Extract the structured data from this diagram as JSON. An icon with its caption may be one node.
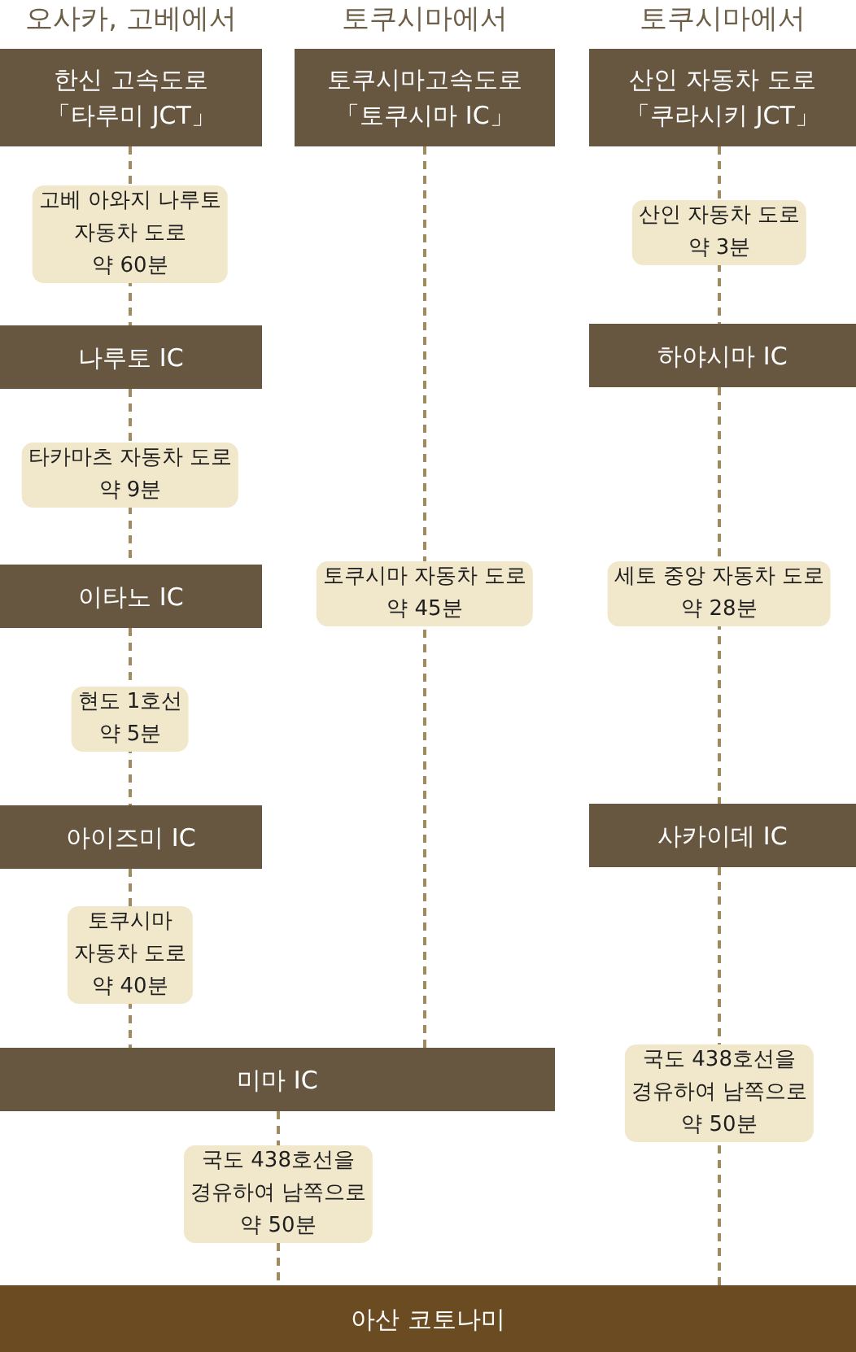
{
  "diagram": {
    "nodes": [
      {
        "text": [
          "오사카, 고베에서",
          "한신 고속도로 「타루미 JCT」"
        ]
      },
      {
        "text": [
          "토쿠시마에서",
          "토쿠시마고속도로 「토쿠시마 IC」"
        ]
      },
      {
        "text": [
          "토쿠시마에서",
          "산인 자동차 도로 「쿠라시키 JCT」"
        ]
      },
      {
        "text": [
          "나루토 IC"
        ]
      },
      {
        "text": [
          "하야시마 IC"
        ]
      },
      {
        "text": [
          "이타노 IC"
        ]
      },
      {
        "text": [
          "아이즈미 IC"
        ]
      },
      {
        "text": [
          "사카이데 IC"
        ]
      },
      {
        "text": [
          "미마 IC"
        ]
      },
      {
        "text": [
          "아산 코토나미"
        ]
      }
    ],
    "edges": [
      {
        "from": 0,
        "to": 3,
        "arrow": "none",
        "style": "dashed",
        "label": "고베 아와지 나루토 자동차 도로 약 60분"
      },
      {
        "from": 3,
        "to": 5,
        "arrow": "none",
        "style": "dashed",
        "label": "타카마츠 자동차 도로 약 9분"
      },
      {
        "from": 5,
        "to": 6,
        "arrow": "none",
        "style": "dashed",
        "label": "현도 1호선 약 5분"
      },
      {
        "from": 6,
        "to": 8,
        "arrow": "none",
        "style": "dashed",
        "label": "토쿠시마 자동차 도로 약 40분"
      },
      {
        "from": 1,
        "to": 8,
        "arrow": "none",
        "style": "dashed",
        "label": "토쿠시마 자동차 도로 약 45분"
      },
      {
        "from": 2,
        "to": 4,
        "arrow": "none",
        "style": "dashed",
        "label": "산인 자동차 도로 약 3분"
      },
      {
        "from": 4,
        "to": 7,
        "arrow": "none",
        "style": "dashed",
        "label": "세토 중앙 자동차 도로 약 28분"
      },
      {
        "from": 7,
        "to": 9,
        "arrow": "none",
        "style": "dashed",
        "label": "국도 438호선을 경유하여 남쪽으로 약 50분"
      },
      {
        "from": 8,
        "to": 9,
        "arrow": "none",
        "style": "dashed",
        "label": "국도 438호선을 경유하여 남쪽으로 약 50분"
      }
    ]
  }
}
